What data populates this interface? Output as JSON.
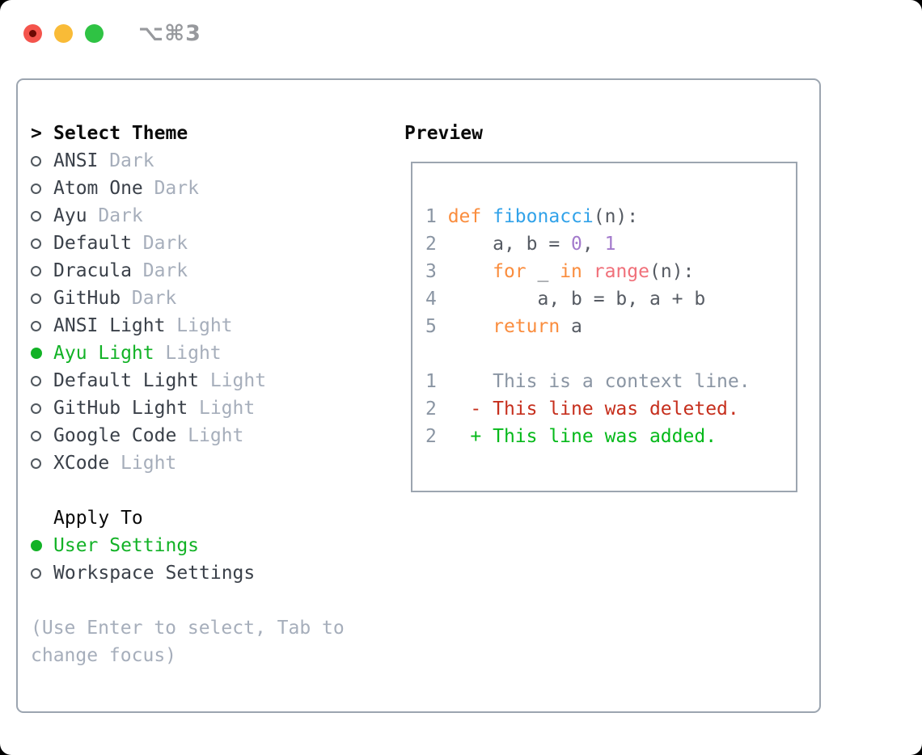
{
  "titlebar": {
    "shortcut": "⌥⌘3"
  },
  "theme_list": {
    "prompt": ">",
    "heading": "Select Theme",
    "items": [
      {
        "name": "ANSI",
        "variant": "Dark",
        "selected": false
      },
      {
        "name": "Atom One",
        "variant": "Dark",
        "selected": false
      },
      {
        "name": "Ayu",
        "variant": "Dark",
        "selected": false
      },
      {
        "name": "Default",
        "variant": "Dark",
        "selected": false
      },
      {
        "name": "Dracula",
        "variant": "Dark",
        "selected": false
      },
      {
        "name": "GitHub",
        "variant": "Dark",
        "selected": false
      },
      {
        "name": "ANSI Light",
        "variant": "Light",
        "selected": false
      },
      {
        "name": "Ayu Light",
        "variant": "Light",
        "selected": true
      },
      {
        "name": "Default Light",
        "variant": "Light",
        "selected": false
      },
      {
        "name": "GitHub Light",
        "variant": "Light",
        "selected": false
      },
      {
        "name": "Google Code",
        "variant": "Light",
        "selected": false
      },
      {
        "name": "XCode",
        "variant": "Light",
        "selected": false
      }
    ]
  },
  "apply_to": {
    "heading": "Apply To",
    "options": [
      {
        "label": "User Settings",
        "selected": true
      },
      {
        "label": "Workspace Settings",
        "selected": false
      }
    ]
  },
  "hint": "(Use Enter to select, Tab to change focus)",
  "preview": {
    "heading": "Preview",
    "code_lines": [
      {
        "num": "1",
        "segments": [
          {
            "t": "def",
            "c": "keyword"
          },
          {
            "t": " ",
            "c": "fg"
          },
          {
            "t": "fibonacci",
            "c": "func"
          },
          {
            "t": "(n):",
            "c": "fg"
          }
        ]
      },
      {
        "num": "2",
        "segments": [
          {
            "t": "    a, b = ",
            "c": "fg"
          },
          {
            "t": "0",
            "c": "number"
          },
          {
            "t": ", ",
            "c": "fg"
          },
          {
            "t": "1",
            "c": "number"
          }
        ]
      },
      {
        "num": "3",
        "segments": [
          {
            "t": "    ",
            "c": "fg"
          },
          {
            "t": "for",
            "c": "keyword"
          },
          {
            "t": " _ ",
            "c": "fg"
          },
          {
            "t": "in",
            "c": "keyword"
          },
          {
            "t": " ",
            "c": "fg"
          },
          {
            "t": "range",
            "c": "call"
          },
          {
            "t": "(n):",
            "c": "fg"
          }
        ]
      },
      {
        "num": "4",
        "segments": [
          {
            "t": "        a, b = b, a + b",
            "c": "fg"
          }
        ]
      },
      {
        "num": "5",
        "segments": [
          {
            "t": "    ",
            "c": "fg"
          },
          {
            "t": "return",
            "c": "keyword"
          },
          {
            "t": " a",
            "c": "fg"
          }
        ]
      },
      {
        "num": "",
        "segments": []
      },
      {
        "num": "1",
        "segments": [
          {
            "t": "    This is a context line.",
            "c": "context"
          }
        ]
      },
      {
        "num": "2",
        "segments": [
          {
            "t": "  - This line was deleted.",
            "c": "deleted"
          }
        ]
      },
      {
        "num": "2",
        "segments": [
          {
            "t": "  + This line was added.",
            "c": "added"
          }
        ]
      }
    ]
  },
  "colors": {
    "selection_green": "#12b226",
    "added_green": "#05b91a",
    "deleted_red": "#c62f1d",
    "keyword_orange": "#fa8d3e",
    "function_blue": "#31a2e9",
    "number_purple": "#a37acc",
    "call_coral": "#f0707a",
    "panel_border": "#9ca5b0",
    "muted_gray": "#a6aebb"
  }
}
